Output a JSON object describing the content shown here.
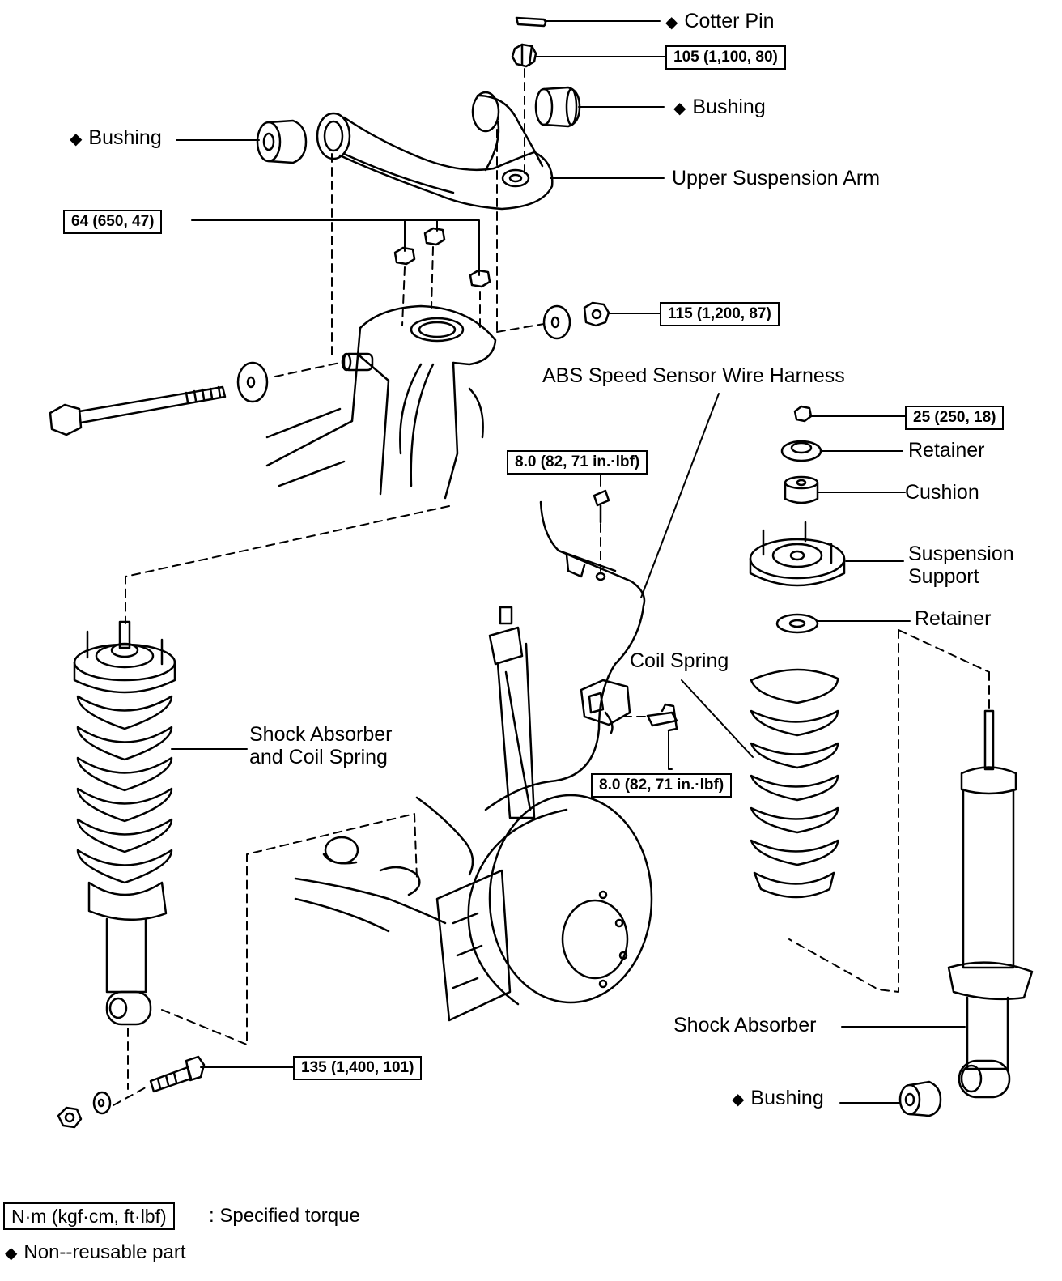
{
  "labels": {
    "cotter_pin": "Cotter Pin",
    "bushing": "Bushing",
    "upper_arm": "Upper Suspension Arm",
    "abs_harness": "ABS Speed Sensor Wire Harness",
    "retainer": "Retainer",
    "cushion": "Cushion",
    "suspension_support": "Suspension\nSupport",
    "coil_spring": "Coil Spring",
    "shock_coil": "Shock Absorber\nand Coil Spring",
    "shock_absorber": "Shock Absorber"
  },
  "torques": {
    "t105": "105 (1,100, 80)",
    "t64": "64 (650, 47)",
    "t115": "115 (1,200, 87)",
    "t25": "25 (250, 18)",
    "t8a": "8.0 (82, 71 in.·lbf)",
    "t8b": "8.0 (82, 71 in.·lbf)",
    "t135": "135 (1,400, 101)"
  },
  "legend": {
    "unit_box": "N·m (kgf·cm, ft·lbf)",
    "unit_text": ": Specified torque",
    "non_reusable": "Non--reusable part"
  },
  "icons": {
    "diamond": "◆"
  }
}
